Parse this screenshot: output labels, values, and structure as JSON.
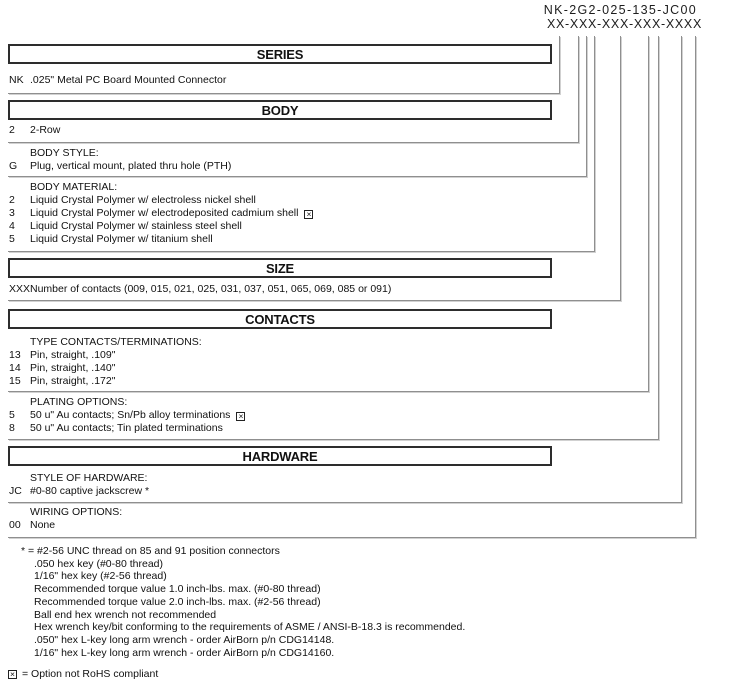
{
  "part_number": {
    "value": "NK-2G2-025-135-JC00",
    "mask": "XX-XXX-XXX-XXX-XXXX"
  },
  "icons": {
    "rohs_x": "×"
  },
  "colors": {
    "line": "#8f8f8f",
    "box_border": "#2d2d2d",
    "text": "#111111",
    "background": "#ffffff"
  },
  "sections": [
    {
      "header": "SERIES",
      "groups": [
        {
          "rows": [
            {
              "code": "NK",
              "desc": ".025\" Metal PC Board Mounted Connector"
            }
          ]
        }
      ]
    },
    {
      "header": "BODY",
      "groups": [
        {
          "rows": [
            {
              "code": "2",
              "desc": "2-Row"
            }
          ]
        },
        {
          "title": "BODY STYLE:",
          "rows": [
            {
              "code": "G",
              "desc": "Plug, vertical mount, plated thru hole (PTH)"
            }
          ]
        },
        {
          "title": "BODY MATERIAL:",
          "rows": [
            {
              "code": "2",
              "desc": "Liquid Crystal Polymer w/ electroless nickel shell"
            },
            {
              "code": "3",
              "desc": "Liquid Crystal Polymer w/ electrodeposited cadmium shell",
              "not_rohs": true
            },
            {
              "code": "4",
              "desc": "Liquid Crystal Polymer w/ stainless steel shell"
            },
            {
              "code": "5",
              "desc": "Liquid Crystal Polymer w/ titanium shell"
            }
          ]
        }
      ]
    },
    {
      "header": "SIZE",
      "groups": [
        {
          "rows": [
            {
              "code": "XXX",
              "desc": "Number of contacts (009, 015, 021, 025, 031, 037, 051, 065, 069, 085 or 091)"
            }
          ]
        }
      ]
    },
    {
      "header": "CONTACTS",
      "groups": [
        {
          "title": "TYPE CONTACTS/TERMINATIONS:",
          "rows": [
            {
              "code": "13",
              "desc": "Pin, straight, .109\""
            },
            {
              "code": "14",
              "desc": "Pin, straight, .140\""
            },
            {
              "code": "15",
              "desc": "Pin, straight, .172\""
            }
          ]
        },
        {
          "title": "PLATING OPTIONS:",
          "rows": [
            {
              "code": "5",
              "desc": "50 u\" Au contacts; Sn/Pb alloy terminations",
              "not_rohs": true
            },
            {
              "code": "8",
              "desc": "50 u\" Au contacts; Tin plated terminations"
            }
          ]
        }
      ]
    },
    {
      "header": "HARDWARE",
      "groups": [
        {
          "title": "STYLE OF HARDWARE:",
          "rows": [
            {
              "code": "JC",
              "desc": "#0-80 captive jackscrew *"
            }
          ]
        },
        {
          "title": "WIRING OPTIONS:",
          "rows": [
            {
              "code": "00",
              "desc": "None"
            }
          ]
        }
      ]
    }
  ],
  "footnotes": [
    "* = #2-56 UNC thread on 85 and 91 position connectors",
    ".050 hex key (#0-80 thread)",
    "1/16\" hex key (#2-56 thread)",
    "Recommended torque value 1.0 inch-lbs. max. (#0-80 thread)",
    "Recommended torque value 2.0 inch-lbs. max. (#2-56 thread)",
    "Ball end hex wrench not recommended",
    "Hex wrench key/bit conforming to the requirements of ASME / ANSI-B-18.3 is recommended.",
    ".050\" hex L-key long arm wrench - order AirBorn p/n CDG14148.",
    "1/16\" hex L-key long arm wrench - order AirBorn p/n CDG14160."
  ],
  "rohs_note": "= Option not RoHS compliant"
}
